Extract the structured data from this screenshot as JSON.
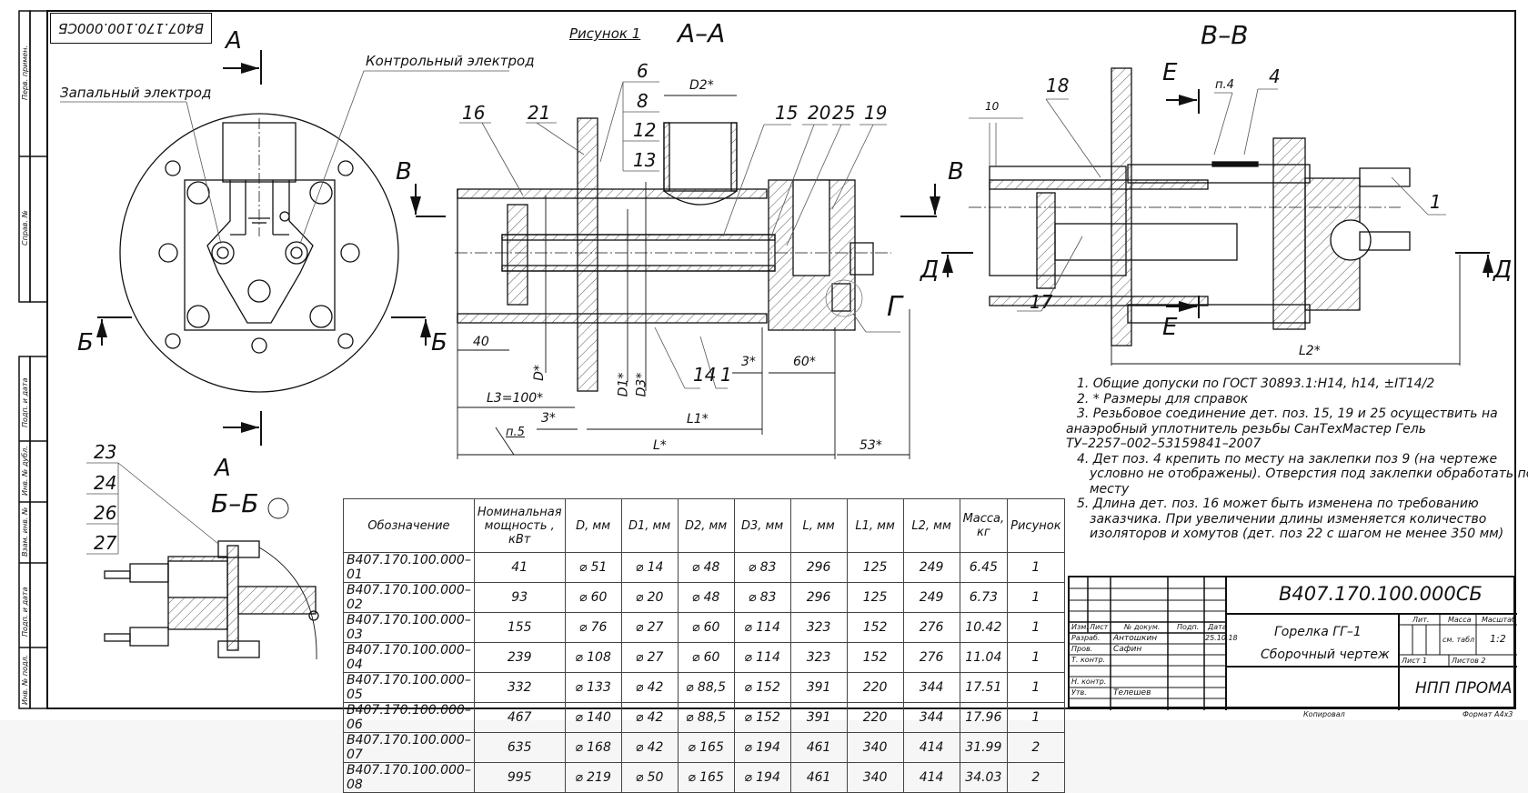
{
  "drawing": {
    "doc_code": "В407.170.100.000СБ",
    "doc_code_stamp": "В407.170.100.000СБ",
    "figure_label": "Рисунок 1",
    "section_labels": {
      "aa": "А–А",
      "vv": "В–В",
      "bb": "Б–Б"
    },
    "cut_letters": {
      "a": "А",
      "b": "Б",
      "v": "В",
      "d": "Д",
      "e": "Е",
      "g": "Г"
    },
    "callouts": {
      "ignition_electrode": "Запальный электрод",
      "control_electrode": "Контрольный электрод"
    },
    "positions": {
      "aa": [
        "16",
        "21",
        "6",
        "8",
        "12",
        "13",
        "15",
        "20",
        "25",
        "19",
        "14",
        "1"
      ],
      "vv": [
        "18",
        "17",
        "4",
        "1"
      ],
      "bb": [
        "23",
        "24",
        "26",
        "27"
      ],
      "note_refs": [
        "п.5",
        "п.4"
      ]
    },
    "dimensions": {
      "d2": "D2*",
      "d": "D*",
      "d1": "D1*",
      "d3": "D3*",
      "l40": "40",
      "l3": "L3=100*",
      "s3a": "3*",
      "s3b": "3*",
      "l1": "L1*",
      "l": "L*",
      "s60": "60*",
      "s53": "53*",
      "s10": "10",
      "l2": "L2*"
    }
  },
  "margin_labels": [
    "Перв. примен.",
    "Справ. №",
    "Подп. и дата",
    "Инв. № дубл.",
    "Взам. инв. №",
    "Подп. и дата",
    "Инв. № подл."
  ],
  "spec_table": {
    "headers": [
      "Обозначение",
      "Номинальная мощность , кВт",
      "D, мм",
      "D1, мм",
      "D2, мм",
      "D3, мм",
      "L, мм",
      "L1, мм",
      "L2, мм",
      "Масса, кг",
      "Рисунок"
    ],
    "rows": [
      [
        "В407.170.100.000–01",
        "41",
        "⌀ 51",
        "⌀ 14",
        "⌀ 48",
        "⌀ 83",
        "296",
        "125",
        "249",
        "6.45",
        "1"
      ],
      [
        "В407.170.100.000–02",
        "93",
        "⌀ 60",
        "⌀ 20",
        "⌀ 48",
        "⌀ 83",
        "296",
        "125",
        "249",
        "6.73",
        "1"
      ],
      [
        "В407.170.100.000–03",
        "155",
        "⌀ 76",
        "⌀ 27",
        "⌀ 60",
        "⌀ 114",
        "323",
        "152",
        "276",
        "10.42",
        "1"
      ],
      [
        "В407.170.100.000–04",
        "239",
        "⌀ 108",
        "⌀ 27",
        "⌀ 60",
        "⌀ 114",
        "323",
        "152",
        "276",
        "11.04",
        "1"
      ],
      [
        "В407.170.100.000–05",
        "332",
        "⌀ 133",
        "⌀ 42",
        "⌀ 88,5",
        "⌀ 152",
        "391",
        "220",
        "344",
        "17.51",
        "1"
      ],
      [
        "В407.170.100.000–06",
        "467",
        "⌀ 140",
        "⌀ 42",
        "⌀ 88,5",
        "⌀ 152",
        "391",
        "220",
        "344",
        "17.96",
        "1"
      ],
      [
        "В407.170.100.000–07",
        "635",
        "⌀ 168",
        "⌀ 42",
        "⌀ 165",
        "⌀ 194",
        "461",
        "340",
        "414",
        "31.99",
        "2"
      ],
      [
        "В407.170.100.000–08",
        "995",
        "⌀ 219",
        "⌀ 50",
        "⌀ 165",
        "⌀ 194",
        "461",
        "340",
        "414",
        "34.03",
        "2"
      ]
    ]
  },
  "notes": [
    "1. Общие допуски по ГОСТ 30893.1:H14, h14, ±IT14/2",
    "2. * Размеры для справок",
    "3. Резьбовое соединение дет. поз. 15, 19 и 25 осуществить на",
    "анаэробный уплотнитель резьбы СанТехМастер Гель",
    "ТУ–2257–002–53159841–2007",
    "4. Дет поз. 4 крепить по месту на заклепки поз 9 (на чертеже",
    "условно не отображены). Отверстия под заклепки обработать по",
    "месту",
    "5. Длина дет. поз. 16 может быть изменена по требованию",
    "заказчика. При увеличении длины изменяется количество",
    "изоляторов и хомутов (дет. поз 22 с шагом не менее 350 мм)"
  ],
  "title_block": {
    "designation": "В407.170.100.000СБ",
    "product_name": "Горелка ГГ–1",
    "doc_type": "Сборочный чертеж",
    "company": "НПП ПРОМА",
    "col_headers": [
      "Изм.",
      "Лист",
      "№ докум.",
      "Подп.",
      "Дата"
    ],
    "roles": [
      {
        "role": "Разраб.",
        "name": "Антошкин",
        "date": "25.10.18"
      },
      {
        "role": "Пров.",
        "name": "Сафин",
        "date": ""
      },
      {
        "role": "Т. контр.",
        "name": "",
        "date": ""
      },
      {
        "role": "",
        "name": "",
        "date": ""
      },
      {
        "role": "Н. контр.",
        "name": "",
        "date": ""
      },
      {
        "role": "Утв.",
        "name": "Телешев",
        "date": ""
      }
    ],
    "lit_label": "Лит.",
    "mass_label": "Масса",
    "scale_label": "Масштаб",
    "mass_value": "см. табл",
    "scale_value": "1:2",
    "sheet_label": "Лист 1",
    "sheets_label": "Листов 2",
    "copied_label": "Копировал",
    "format_label": "Формат А4х3"
  }
}
